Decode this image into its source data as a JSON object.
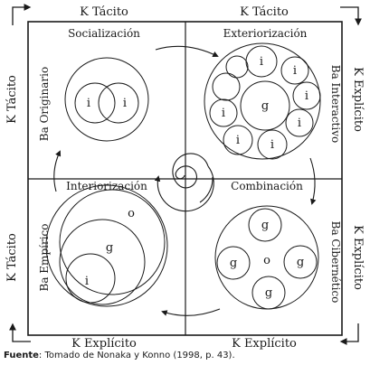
{
  "outer_labels": {
    "top_left": "K Tácito",
    "top_right": "K Tácito",
    "left_top": "K Tácito",
    "left_bottom": "K Tácito",
    "right_top": "K Explícito",
    "right_bottom": "K Explícito",
    "bottom_left": "K Explícito",
    "bottom_right": "K Explícito"
  },
  "quadrants": {
    "socialization": "Socialización",
    "externalization": "Exteriorización",
    "internalization": "Interiorización",
    "combination": "Combinación"
  },
  "ba": {
    "originating": "Ba Originario",
    "interacting": "Ba Interactivo",
    "exercising": "Ba Empírico",
    "cyber": "Ba Cibernético"
  },
  "circle_letters": {
    "individual": "i",
    "group": "g",
    "organization": "o"
  },
  "source": {
    "label": "Fuente",
    "text": ": Tomado de Nonaka y Konno (1998, p. 43)."
  },
  "colors": {
    "ink": "#1a1a1a",
    "background": "#ffffff"
  }
}
